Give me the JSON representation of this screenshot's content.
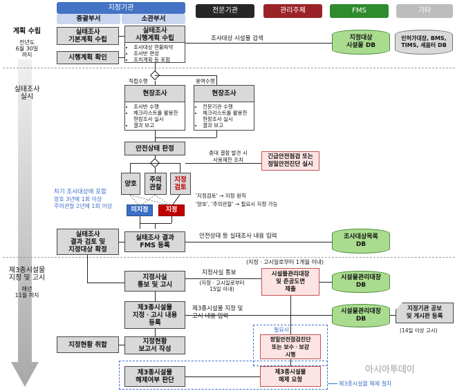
{
  "headers": {
    "agency": "지정기관",
    "central": "중괄부서",
    "local": "소관부서",
    "expert": "전문기관",
    "manager": "관리주체",
    "fms": "FMS",
    "other": "기타"
  },
  "phases": {
    "plan": "계획 수립",
    "plan_sub": "전년도\n6월 30일\n까지",
    "survey": "실태조사\n실시",
    "designate": "제3종시설물\n지정 및 고시",
    "designate_sub": "매년\n11월 까지"
  },
  "boxes": {
    "basic_plan": "실태조사\n기본계획 수립",
    "exec_plan": "실태조사\n시행계획 수립",
    "exec_plan_items": [
      "조사대상 현황파악",
      "조사반 편성",
      "조치계획 등 포함"
    ],
    "plan_confirm": "시행계획 확인",
    "field_direct": "현장조사",
    "field_direct_items": [
      "조사반 수행",
      "체크리스트를 활용한 현장조사 실시",
      "결과 보고"
    ],
    "field_outsourced": "현장조사",
    "field_outsourced_items": [
      "전문기관 수행",
      "체크리스트를 활용한 현장조사 실시",
      "결과 보고"
    ],
    "safety_judge": "안전상태 판정",
    "emergency": "긴급안전점검 또는\n정밀안전진단 실시",
    "good": "양호",
    "caution": "주의\n관찰",
    "designate_review": "지정\n검토",
    "non_designated": "미지정",
    "designated": "지정",
    "review_result": "실태조사\n결과 검토 및\n지정대상 확정",
    "fms_register": "실태조사 결과\nFMS 등록",
    "notice": "지정사실\n통보 및 고시",
    "ledger_submit": "시설물관리대장\n및 준공도면\n제출",
    "notice_register": "제3종시설물\n지정ㆍ고시 내용\n등록",
    "status_collect": "지정현황 취합",
    "status_report": "지정현황\n보고서 작성",
    "inspection": "정밀안전점검진단\n또는 보수ㆍ보강\n시행",
    "release_review": "제3종시설물\n해제여부 판단",
    "release_request": "제3종시설물\n해제 요청"
  },
  "labels": {
    "search": "조사대상 시설물 검색",
    "direct": "직접수행",
    "outsourced": "용역수행",
    "serious_defect": "중대 결함 발견 시\n사용제한 조치",
    "next_target": "차기 조사대상에 포함",
    "cycle": "양호 3년에 1회 이상\n주의관찰 2년에 1회 이상",
    "review_note1": "'지정검토' → 지정 원칙",
    "review_note2": "'양호', '주의관찰' → 필요시 지정 가능",
    "input_status": "안전상태 등 실태조사 내용 입력",
    "notify": "지정사실 통보",
    "notify_deadline": "(지정ㆍ고시일로부터\n15일 이내)",
    "submit_deadline": "(지정ㆍ고시일로부터 1개월 이내)",
    "input_notice": "제3종시설물 지정 및\n고시 내용 입력",
    "when_needed": "필요시",
    "post_deadline": "(14일 이상 고시)",
    "release_proc": "제3종시설물 해제 절차",
    "watermark": "아시아투데이"
  },
  "db": {
    "target_db": "지정대상\n시설물 DB",
    "other_db": "인허가대장, BMS,\nTIMS, 세움터 DB",
    "survey_list_db": "조사대상목록\nDB",
    "ledger_db1": "시설물관리대장\nDB",
    "ledger_db2": "시설물관리대장\nDB",
    "post": "지정기관 공보\n및 게시판 등록"
  }
}
